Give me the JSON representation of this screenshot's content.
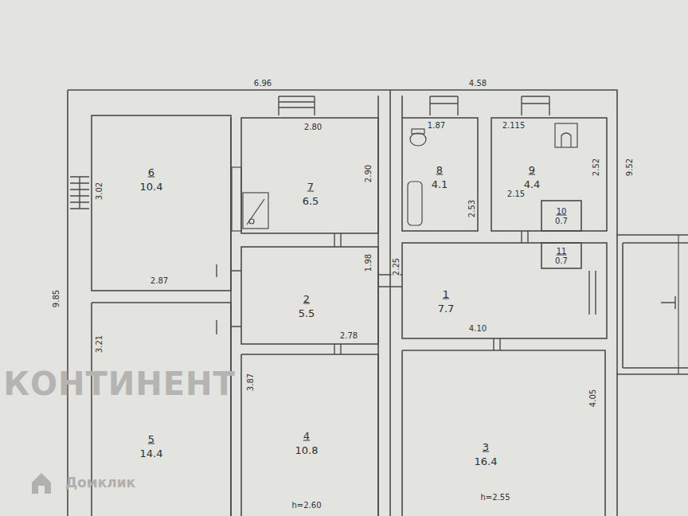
{
  "diagram": {
    "nodes": [
      {
        "text": [
          "6",
          "10.4"
        ]
      },
      {
        "text": [
          "7",
          "6.5"
        ]
      },
      {
        "text": [
          "8",
          "4.1"
        ]
      },
      {
        "text": [
          "9",
          "4.4"
        ]
      },
      {
        "text": [
          "10",
          "0.7"
        ],
        "in": 3
      },
      {
        "text": [
          "2",
          "5.5"
        ]
      },
      {
        "text": [
          "1",
          "7.7"
        ]
      },
      {
        "text": [
          "11",
          "0.7"
        ],
        "in": 6
      },
      {
        "text": [
          "5",
          "14.4"
        ]
      },
      {
        "text": [
          "4",
          "10.8"
        ]
      },
      {
        "text": [
          "3",
          "16.4"
        ]
      }
    ],
    "labels": [
      "6.96",
      "4.58",
      "2.80",
      "3.02",
      "2.90",
      "1.87",
      "2.115",
      "2.52",
      "9.52",
      "2.53",
      "2.15",
      "2.87",
      "1.98",
      "2.25",
      "4.10",
      "2.78",
      "9.85",
      "3.21",
      "3.87",
      "4.05",
      "h=2.60",
      "h=2.55",
      "КОНТИНЕНТ",
      "Домклик"
    ]
  }
}
